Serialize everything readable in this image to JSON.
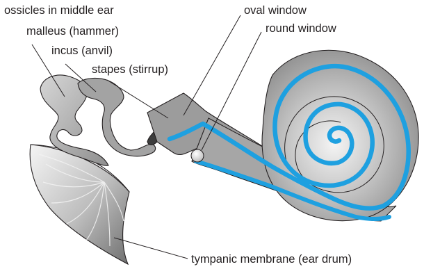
{
  "labels": {
    "ossicles": "ossicles in middle ear",
    "malleus": "malleus (hammer)",
    "incus": "incus (anvil)",
    "stapes": "stapes (stirrup)",
    "oval_window": "oval window",
    "round_window": "round window",
    "tympanic": "tympanic membrane (ear drum)"
  },
  "colors": {
    "cochlea_blue": "#1ea0e0",
    "cochlea_grey": "#9a9a9a",
    "bone_grey": "#a9a9a9",
    "outline": "#231f20"
  }
}
